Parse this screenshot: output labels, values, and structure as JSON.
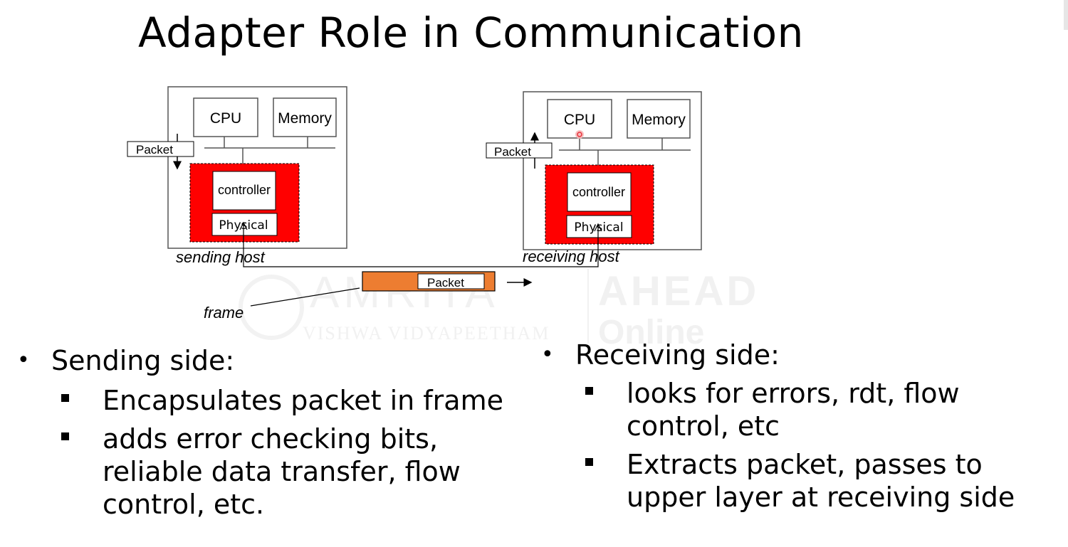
{
  "slide": {
    "title": "Adapter Role in Communication"
  },
  "diagram": {
    "sending_host": {
      "cpu": "CPU",
      "memory": "Memory",
      "packet": "Packet",
      "controller": "controller",
      "physical": "Physical",
      "label": "sending host"
    },
    "receiving_host": {
      "cpu": "CPU",
      "memory": "Memory",
      "packet": "Packet",
      "controller": "controller",
      "physical": "Physical",
      "label": "receiving host"
    },
    "frame_packet": "Packet",
    "frame_label": "frame",
    "colors": {
      "adapter_fill": "#ff0000",
      "frame_fill": "#ed7d31",
      "cursor": "#e8323c"
    }
  },
  "watermark": {
    "main": "AMRITA",
    "sub": "VISHWA VIDYAPEETHAM",
    "right_top": "AHEAD",
    "right_bottom": "Online"
  },
  "sending_side": {
    "heading": "Sending side:",
    "items": [
      {
        "lines": [
          "Encapsulates packet in frame"
        ]
      },
      {
        "lines": [
          "adds error checking bits,",
          "reliable data transfer, flow",
          "control, etc."
        ]
      }
    ]
  },
  "receiving_side": {
    "heading": "Receiving side:",
    "items": [
      {
        "lines": [
          "looks for errors, rdt, flow",
          "control, etc"
        ]
      },
      {
        "lines": [
          "Extracts packet, passes to",
          "upper layer at receiving side"
        ]
      }
    ]
  }
}
